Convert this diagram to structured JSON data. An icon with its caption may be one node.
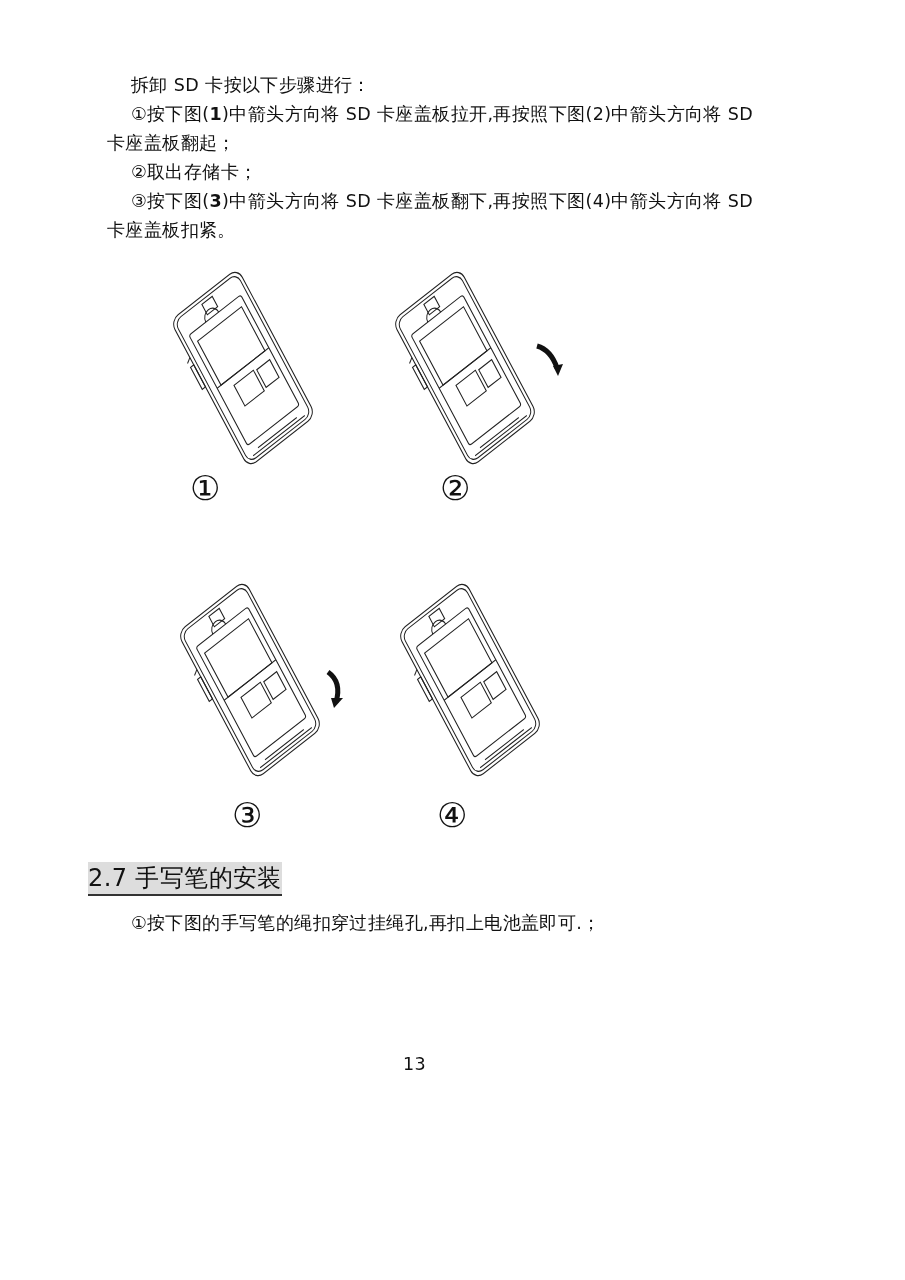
{
  "diagram": {
    "nodes": [
      {
        "text": [],
        "shape": "picture",
        "beside": [
          "①"
        ]
      },
      {
        "text": [],
        "shape": "picture",
        "beside": [
          "②"
        ]
      },
      {
        "text": [],
        "shape": "picture",
        "beside": [
          "③"
        ]
      },
      {
        "text": [],
        "shape": "picture",
        "beside": [
          "④"
        ]
      }
    ],
    "labels": [
      "拆卸 SD 卡按以下步骤进行：",
      "①按下图(**1**)中箭头方向将 SD 卡座盖板拉开,再按照下图(2)中箭头方向将 SD 卡座盖板翻起；",
      "②取出存储卡；",
      "③按下图(**3**)中箭头方向将 SD 卡座盖板翻下,再按照下图(4)中箭头方向将 SD 卡座盖板扣紧。",
      "2.7 手写笔的安装",
      "①按下图的手写笔的绳扣穿过挂绳孔,再扣上电池盖即可.；",
      "13"
    ]
  }
}
